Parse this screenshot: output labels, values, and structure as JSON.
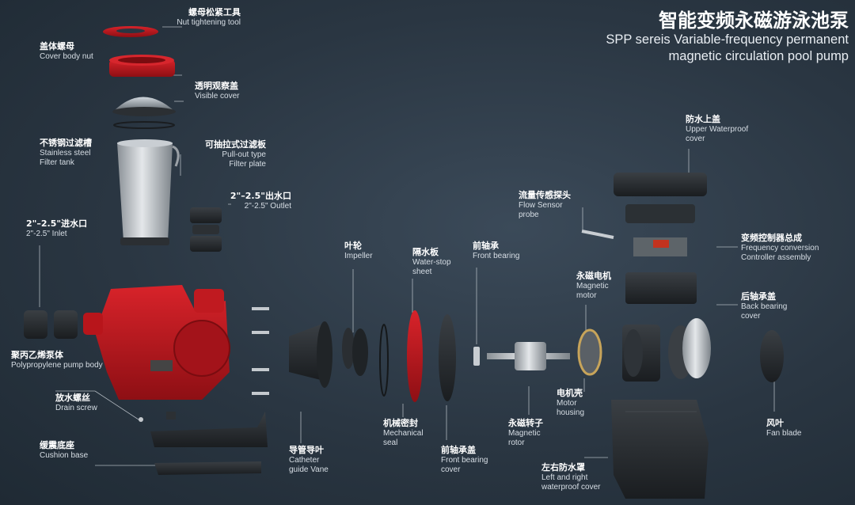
{
  "title_zh": "智能变频永磁游泳池泵",
  "title_en": "SPP sereis Variable-frequency permanent magnetic circulation pool pump",
  "parts": [
    {
      "id": "nut-tool",
      "zh": "螺母松紧工具",
      "en": [
        "Nut tightening tool"
      ]
    },
    {
      "id": "cover-nut",
      "zh": "盖体螺母",
      "en": [
        "Cover body nut"
      ]
    },
    {
      "id": "visible-cover",
      "zh": "透明观察盖",
      "en": [
        "Visible cover"
      ]
    },
    {
      "id": "filter-tank",
      "zh": "不锈钢过滤槽",
      "en": [
        "Stainless steel",
        "Filter tank"
      ]
    },
    {
      "id": "filter-plate",
      "zh": "可抽拉式过滤板",
      "en": [
        "Pull-out type",
        "Filter plate"
      ]
    },
    {
      "id": "outlet",
      "zh": "2\"–2.5\"出水口",
      "en": [
        "2\"-2.5\" Outlet"
      ]
    },
    {
      "id": "inlet",
      "zh": "2\"–2.5\"进水口",
      "en": [
        "2\"-2.5\" Inlet"
      ]
    },
    {
      "id": "pump-body",
      "zh": "聚丙乙烯泵体",
      "en": [
        "Polypropylene pump body"
      ]
    },
    {
      "id": "drain-screw",
      "zh": "放水螺丝",
      "en": [
        "Drain screw"
      ]
    },
    {
      "id": "cushion-base",
      "zh": "缓震底座",
      "en": [
        "Cushion base"
      ]
    },
    {
      "id": "impeller",
      "zh": "叶轮",
      "en": [
        "Impeller"
      ]
    },
    {
      "id": "water-stop",
      "zh": "隔水板",
      "en": [
        "Water-stop",
        "sheet"
      ]
    },
    {
      "id": "front-bearing",
      "zh": "前轴承",
      "en": [
        "Front bearing"
      ]
    },
    {
      "id": "mech-seal",
      "zh": "机械密封",
      "en": [
        "Mechanical",
        "seal"
      ]
    },
    {
      "id": "guide-vane",
      "zh": "导管导叶",
      "en": [
        "Catheter",
        "guide Vane"
      ]
    },
    {
      "id": "front-bearing-cover",
      "zh": "前轴承盖",
      "en": [
        "Front bearing",
        "cover"
      ]
    },
    {
      "id": "magnetic-rotor",
      "zh": "永磁转子",
      "en": [
        "Magnetic",
        "rotor"
      ]
    },
    {
      "id": "flow-sensor",
      "zh": "流量传感探头",
      "en": [
        "Flow Sensor",
        "probe"
      ]
    },
    {
      "id": "magnetic-motor",
      "zh": "永磁电机",
      "en": [
        "Magnetic",
        "motor"
      ]
    },
    {
      "id": "motor-housing",
      "zh": "电机壳",
      "en": [
        "Motor",
        "housing"
      ]
    },
    {
      "id": "side-cover",
      "zh": "左右防水罩",
      "en": [
        "Left and right",
        "waterproof cover"
      ]
    },
    {
      "id": "upper-cover",
      "zh": "防水上盖",
      "en": [
        "Upper Waterproof",
        "cover"
      ]
    },
    {
      "id": "controller",
      "zh": "变频控制器总成",
      "en": [
        "Frequency conversion",
        "Controller assembly"
      ]
    },
    {
      "id": "back-bearing-cover",
      "zh": "后轴承盖",
      "en": [
        "Back bearing",
        "cover"
      ]
    },
    {
      "id": "fan-blade",
      "zh": "风叶",
      "en": [
        "Fan blade"
      ]
    }
  ],
  "colors": {
    "body_red": "#b8151b",
    "dark_part": "#262a2e",
    "metal": "#b9bec3",
    "bg": "#2a3642"
  }
}
